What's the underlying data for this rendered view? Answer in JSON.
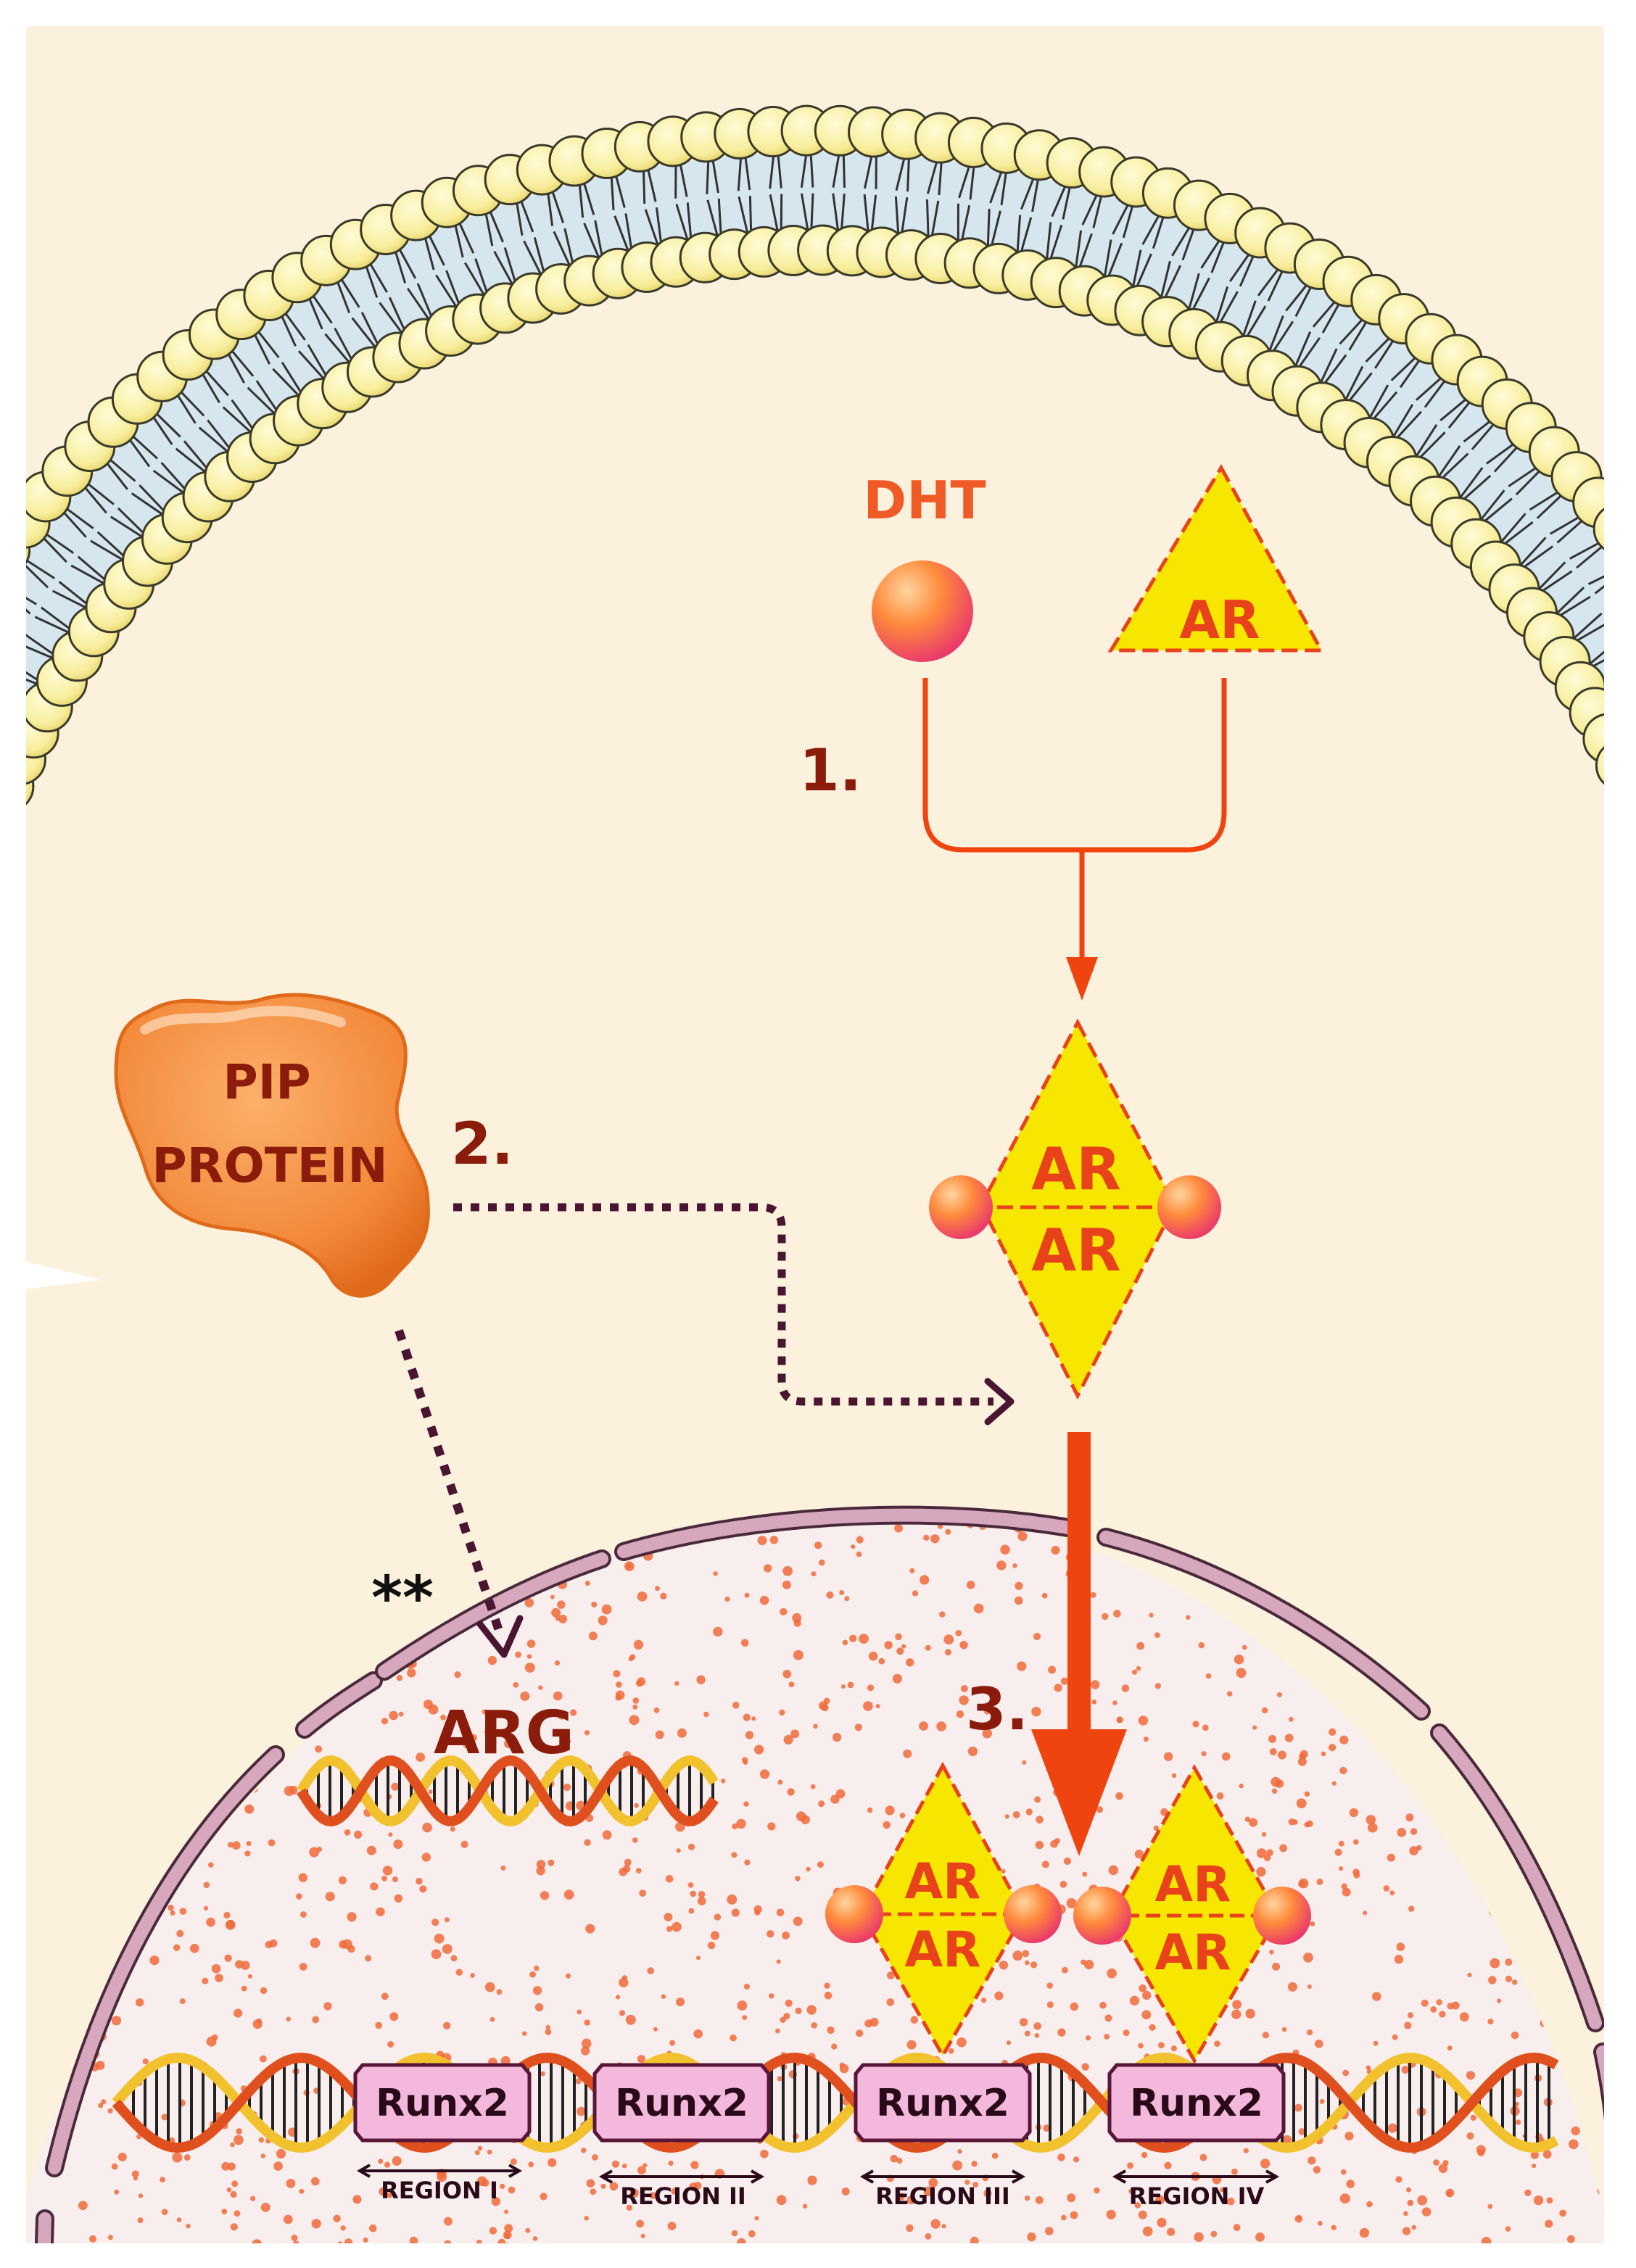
{
  "labels": {
    "dht": "DHT",
    "ar_monomer": "AR",
    "dimer_top": "AR",
    "dimer_bottom": "AR",
    "pip_line1": "PIP",
    "pip_line2": "PROTEIN",
    "arg": "ARG",
    "annotation": "**"
  },
  "steps": [
    "1.",
    "2.",
    "3."
  ],
  "binding_sites": [
    {
      "name": "Runx2",
      "region": "REGION I"
    },
    {
      "name": "Runx2",
      "region": "REGION II"
    },
    {
      "name": "Runx2",
      "region": "REGION III"
    },
    {
      "name": "Runx2",
      "region": "REGION IV"
    }
  ],
  "colors": {
    "cytoplasm": "#fcf1dc",
    "lipid_head": "#f8ee9e",
    "membrane_inner": "#d6e6ef",
    "nuclear_envelope": "#d7a7be",
    "nucleoplasm": "#f9eeee",
    "pathway_arrow": "#f04410",
    "dotted_arrow": "#4a1530",
    "label_dark_red": "#8b1c0c",
    "label_orange": "#f05a24",
    "ar_yellow": "#f7e600",
    "runx2_box": "#f4b8dc",
    "pip_orange": "#f3893a"
  }
}
